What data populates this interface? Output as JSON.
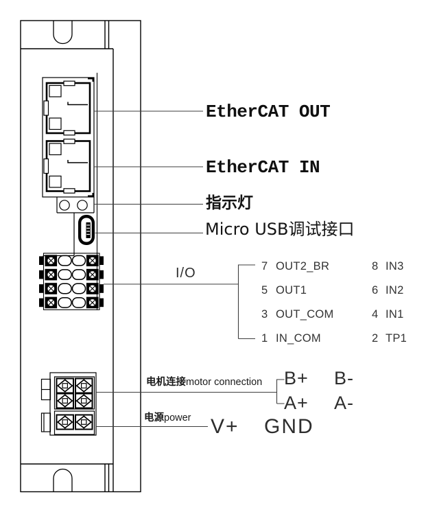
{
  "labels": {
    "ethercat_out": "EtherCAT OUT",
    "ethercat_in": "EtherCAT IN",
    "indicator_light": "指示灯",
    "usb_debug_port": "Micro USB调试接口",
    "io": "I/O"
  },
  "io_pins": {
    "rows": [
      {
        "left": {
          "num": "7",
          "name": "OUT2_BR"
        },
        "right": {
          "num": "8",
          "name": "IN3"
        }
      },
      {
        "left": {
          "num": "5",
          "name": "OUT1"
        },
        "right": {
          "num": "6",
          "name": "IN2"
        }
      },
      {
        "left": {
          "num": "3",
          "name": "OUT_COM"
        },
        "right": {
          "num": "4",
          "name": "IN1"
        }
      },
      {
        "left": {
          "num": "1",
          "name": "IN_COM"
        },
        "right": {
          "num": "2",
          "name": "TP1"
        }
      }
    ]
  },
  "motor_connection": {
    "label_cn": "电机连接",
    "label_en": "motor connection",
    "terminals": [
      [
        "B+",
        "B-"
      ],
      [
        "A+",
        "A-"
      ]
    ]
  },
  "power": {
    "label_cn": "电源",
    "label_en": "power",
    "terminals": [
      "V+",
      "GND"
    ]
  },
  "icons": {
    "rj45_out": "rj45-jack",
    "rj45_in": "rj45-jack",
    "leds": "two-indicator-leds",
    "usb": "micro-usb-port",
    "io_block": "io-terminal-block",
    "motor_power_block": "motor-power-connector"
  },
  "colors": {
    "line": "#000000",
    "leader_line": "#3d3d3d",
    "text": "#1c1c1c",
    "background": "#ffffff"
  }
}
